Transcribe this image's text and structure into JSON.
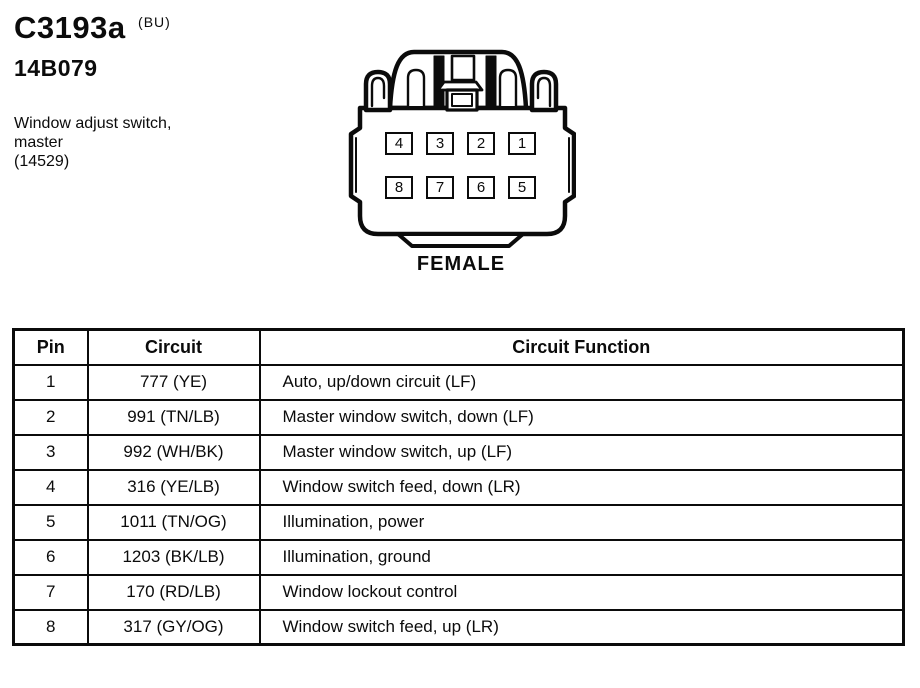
{
  "header": {
    "connector_id": "C3193a",
    "connector_suffix": "(BU)",
    "part_number": "14B079",
    "description_line1": "Window adjust switch,",
    "description_line2": "master",
    "description_line3": "(14529)"
  },
  "connector": {
    "gender_label": "FEMALE",
    "pins_top_row": [
      "4",
      "3",
      "2",
      "1"
    ],
    "pins_bottom_row": [
      "8",
      "7",
      "6",
      "5"
    ]
  },
  "table": {
    "columns": [
      "Pin",
      "Circuit",
      "Circuit Function"
    ],
    "rows": [
      [
        "1",
        "777 (YE)",
        "Auto, up/down circuit (LF)"
      ],
      [
        "2",
        "991 (TN/LB)",
        "Master window switch, down (LF)"
      ],
      [
        "3",
        "992 (WH/BK)",
        "Master window switch, up (LF)"
      ],
      [
        "4",
        "316 (YE/LB)",
        "Window switch feed, down (LR)"
      ],
      [
        "5",
        "1011 (TN/OG)",
        "Illumination, power"
      ],
      [
        "6",
        "1203 (BK/LB)",
        "Illumination, ground"
      ],
      [
        "7",
        "170 (RD/LB)",
        "Window lockout control"
      ],
      [
        "8",
        "317 (GY/OG)",
        "Window switch feed, up (LR)"
      ]
    ]
  },
  "colors": {
    "ink": "#0b0b0b",
    "paper": "#ffffff"
  }
}
